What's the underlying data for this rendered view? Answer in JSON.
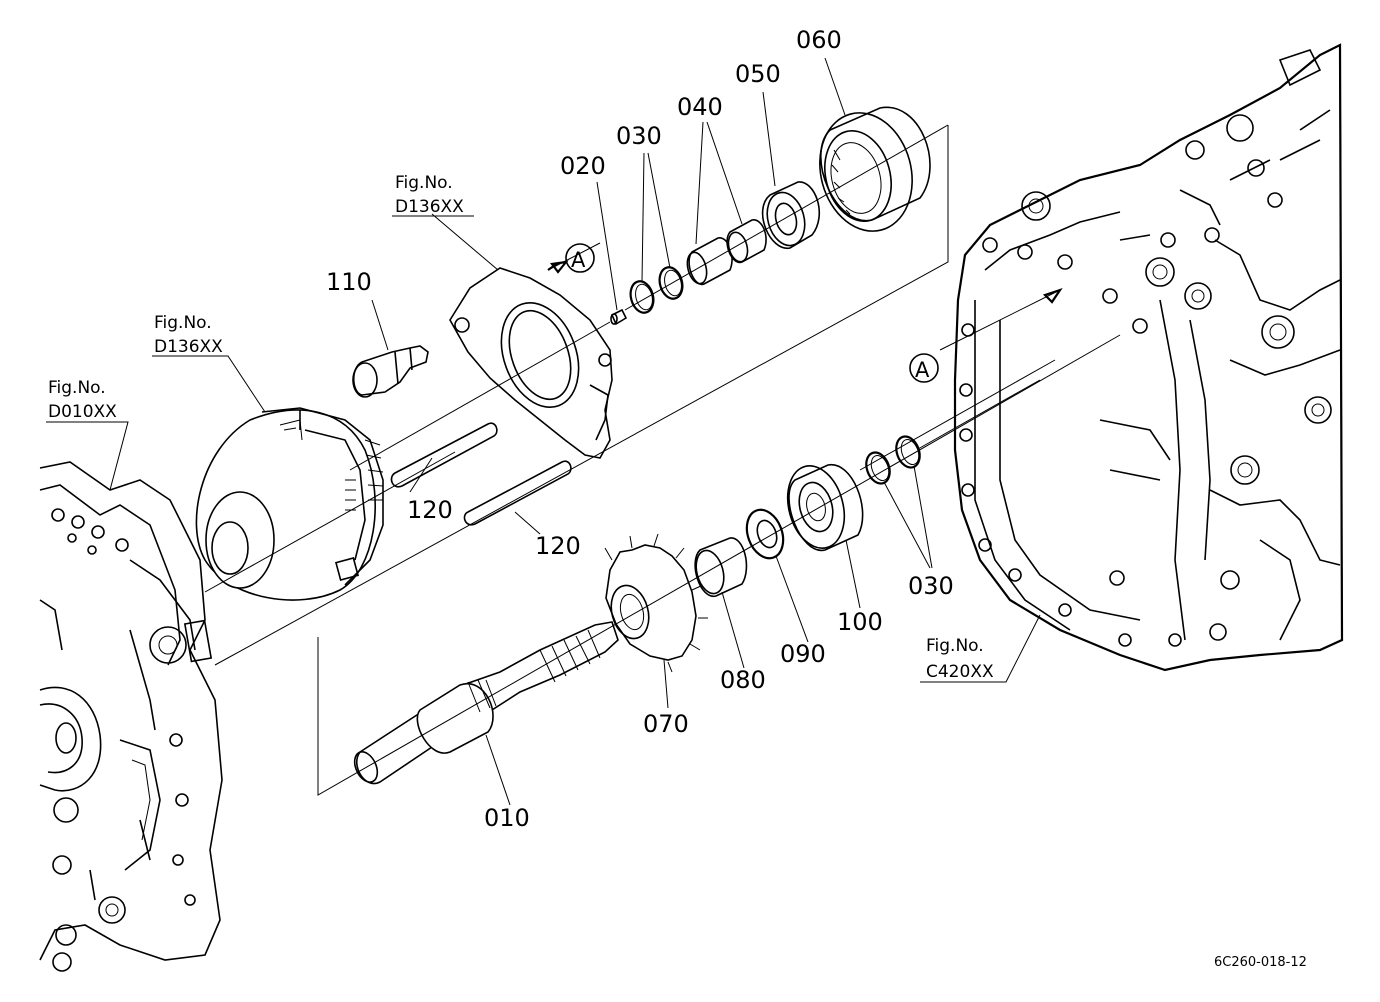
{
  "parts": [
    {
      "id": "p010",
      "label": "010"
    },
    {
      "id": "p020",
      "label": "020"
    },
    {
      "id": "p030a",
      "label": "030"
    },
    {
      "id": "p030b",
      "label": "030"
    },
    {
      "id": "p040",
      "label": "040"
    },
    {
      "id": "p050",
      "label": "050"
    },
    {
      "id": "p060",
      "label": "060"
    },
    {
      "id": "p070",
      "label": "070"
    },
    {
      "id": "p080",
      "label": "080"
    },
    {
      "id": "p090",
      "label": "090"
    },
    {
      "id": "p100",
      "label": "100"
    },
    {
      "id": "p110",
      "label": "110"
    },
    {
      "id": "p120a",
      "label": "120"
    },
    {
      "id": "p120b",
      "label": "120"
    }
  ],
  "references": [
    {
      "title": "Fig.No.",
      "code": "D136XX"
    },
    {
      "title": "Fig.No.",
      "code": "D136XX"
    },
    {
      "title": "Fig.No.",
      "code": "D010XX"
    },
    {
      "title": "Fig.No.",
      "code": "C420XX"
    }
  ],
  "markers": [
    "A",
    "A"
  ],
  "diagram_code": "6C260-018-12"
}
